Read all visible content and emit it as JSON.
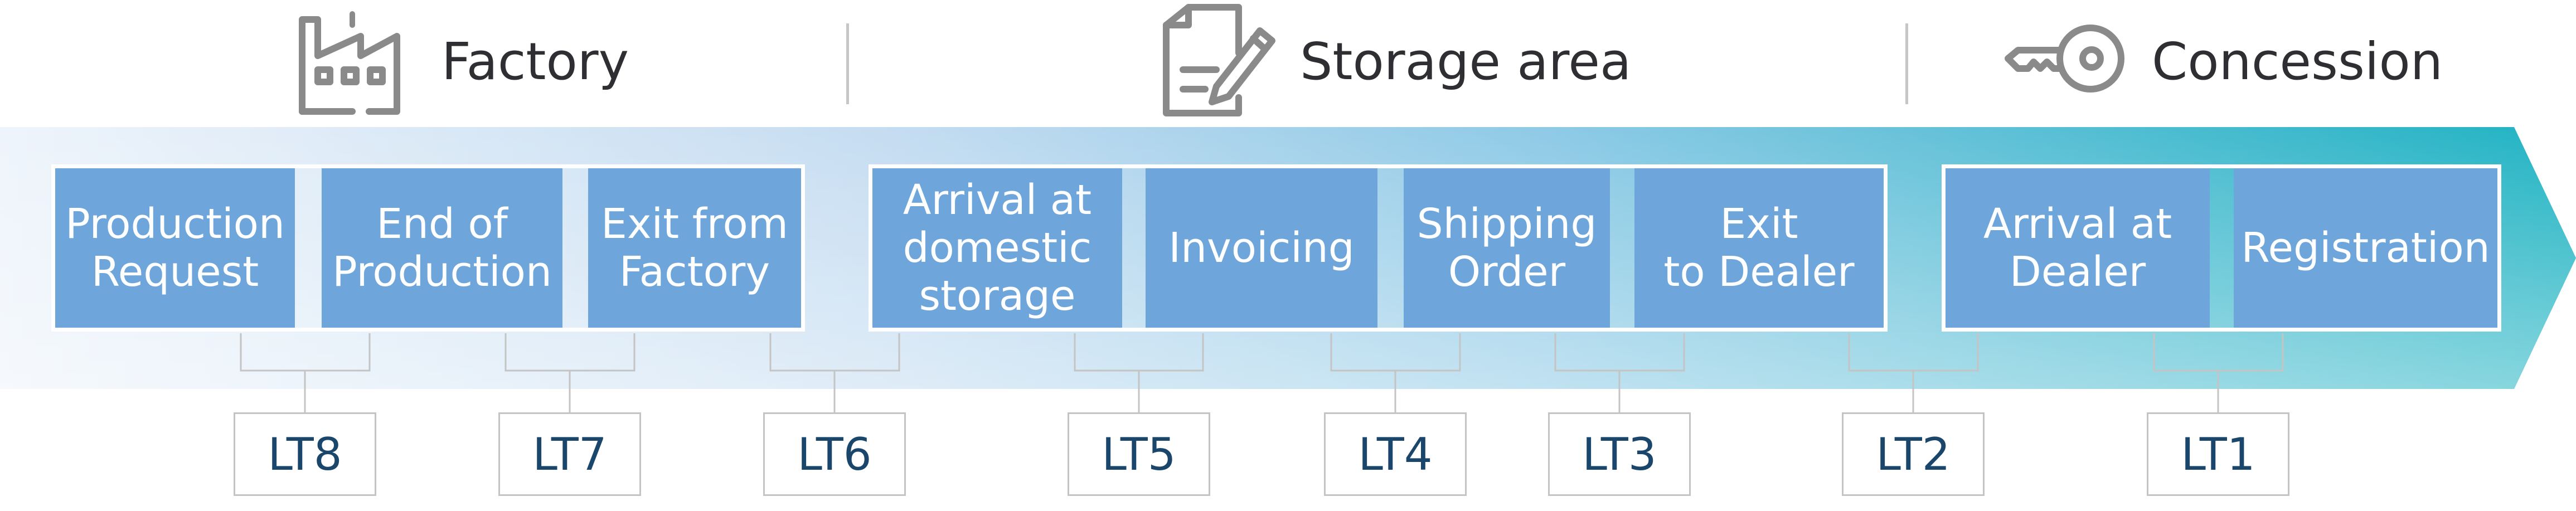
{
  "headers": [
    {
      "label": "Factory",
      "icon": "factory-icon"
    },
    {
      "label": "Storage area",
      "icon": "clipboard-pen-icon"
    },
    {
      "label": "Concession",
      "icon": "car-key-icon"
    }
  ],
  "steps": [
    {
      "label": "Production\nRequest"
    },
    {
      "label": "End of\nProduction"
    },
    {
      "label": "Exit from\nFactory"
    },
    {
      "label": "Arrival at\ndomestic\nstorage"
    },
    {
      "label": "Invoicing"
    },
    {
      "label": "Shipping\nOrder"
    },
    {
      "label": "Exit\nto Dealer"
    },
    {
      "label": "Arrival at\nDealer"
    },
    {
      "label": "Registration"
    }
  ],
  "lead_times": [
    "LT8",
    "LT7",
    "LT6",
    "LT5",
    "LT4",
    "LT3",
    "LT2",
    "LT1"
  ],
  "colors": {
    "step": "#6ea6dc",
    "band_light": "#e9f1fa",
    "band_mid": "#8ecae6",
    "band_dark": "#1fb3c2",
    "lt_text": "#1a466b",
    "header_text": "#2f2f33",
    "icon": "#8a8a8a",
    "connector": "#c4c4c4"
  }
}
